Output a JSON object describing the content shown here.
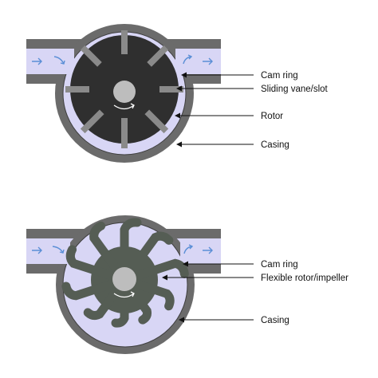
{
  "vane_pump": {
    "labels": {
      "cam_ring": "Cam ring",
      "sliding_vane": "Sliding vane/slot",
      "rotor": "Rotor",
      "casing": "Casing"
    }
  },
  "impeller_pump": {
    "labels": {
      "cam_ring": "Cam ring",
      "flexible_rotor": "Flexible rotor/impeller",
      "casing": "Casing"
    }
  },
  "colors": {
    "casing": "#6b6b6b",
    "casing_dark": "#3e3e3e",
    "fluid": "#d8d6f5",
    "rotor": "#2f2f2f",
    "impeller": "#555d54",
    "hub": "#bdbdbd",
    "flow_arrow": "#5b8fd6",
    "rotation_arrow": "#ffffff"
  },
  "icons": {
    "flow": "arrow-right-icon",
    "rotation": "rotation-arrow-icon",
    "leader": "leader-arrow-icon"
  }
}
